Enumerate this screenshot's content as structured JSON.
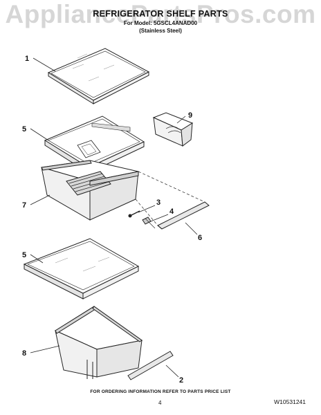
{
  "watermark": "AppliancePartsPros.com",
  "header": {
    "title": "REFRIGERATOR SHELF PARTS",
    "model": "For Model: 5GSCL4ANAD00",
    "finish": "(Stainless Steel)"
  },
  "callouts": {
    "shelf_top": "1",
    "cover_glass_upper": "5",
    "crisper_drawer": "7",
    "bin": "9",
    "part_3": "3",
    "part_4": "4",
    "part_6": "6",
    "cover_glass_lower": "5",
    "meat_drawer": "8",
    "part_2": "2"
  },
  "footer": {
    "note": "FOR ORDERING INFORMATION REFER TO PARTS PRICE LIST",
    "page": "4",
    "doc_number": "W10531241"
  }
}
